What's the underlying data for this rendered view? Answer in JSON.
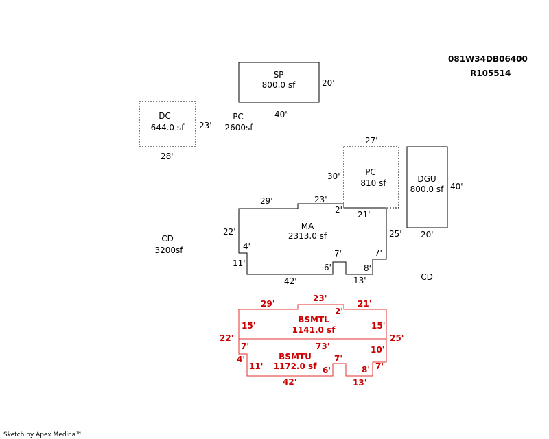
{
  "header": {
    "parcel_id": "081W34DB06400",
    "account": "R105514"
  },
  "footer": {
    "credit": "Sketch by Apex Medina™"
  },
  "areas": {
    "sp": {
      "name": "SP",
      "area": "800.0 sf",
      "dim_right": "20'",
      "dim_bottom": "40'"
    },
    "dc": {
      "name": "DC",
      "area": "644.0 sf",
      "dim_right": "23'",
      "dim_bottom": "28'"
    },
    "pc_top": {
      "name": "PC",
      "area": "2600sf"
    },
    "pc": {
      "name": "PC",
      "area": "810 sf",
      "dim_top": "27'",
      "dim_left": "30'",
      "dim_bottom": "21'"
    },
    "dgu": {
      "name": "DGU",
      "area": "800.0 sf",
      "dim_right": "40'",
      "dim_bottom": "20'"
    },
    "cd_left": {
      "name": "CD",
      "area": "3200sf"
    },
    "cd_right": {
      "name": "CD"
    },
    "ma": {
      "name": "MA",
      "area": "2313.0 sf",
      "dims": {
        "top_left": "29'",
        "top_mid": "23'",
        "step": "2'",
        "right": "25'",
        "left": "22'",
        "left_step": "4'",
        "left_lower": "11'",
        "bottom_left": "42'",
        "notch_left": "6'",
        "notch_top": "7'",
        "notch_right": "8'",
        "bottom_right": "13'",
        "right_step": "7'"
      }
    },
    "bsmtl": {
      "name": "BSMTL",
      "area": "1141.0 sf",
      "dims": {
        "top_left": "29'",
        "top_mid": "23'",
        "step": "2'",
        "top_right": "21'",
        "left": "15'",
        "right": "15'"
      }
    },
    "bsmtu": {
      "name": "BSMTU",
      "area": "1172.0 sf",
      "dims": {
        "mid": "73'",
        "left_upper": "7'",
        "left_step": "4'",
        "left_lower": "11'",
        "notch_top": "7'",
        "notch_left": "6'",
        "right_upper": "10'",
        "right_step": "7'",
        "notch_right": "8'",
        "bottom_left": "42'",
        "bottom_right": "13'"
      }
    },
    "outer_red": {
      "left": "22'",
      "right": "25'"
    }
  }
}
